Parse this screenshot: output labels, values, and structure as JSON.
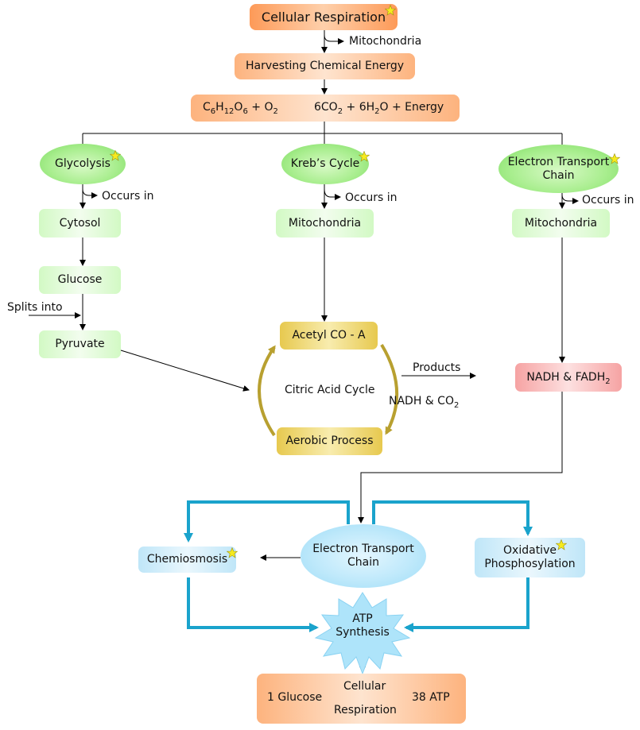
{
  "title": "Cellular Respiration",
  "top_label": "Mitochondria",
  "harvesting": "Harvesting Chemical Energy",
  "equation": {
    "c": "C",
    "c_sub": "6",
    "h": "H",
    "h_sub": "12",
    "o": "O",
    "o_sub": "6",
    "plus_o2": " + O",
    "o2_sub": "2",
    "p1": "6CO",
    "p1_sub": "2",
    "p2": " + 6H",
    "p2_sub": "2",
    "p3": "O + Energy"
  },
  "glycolysis": {
    "title": "Glycolysis",
    "occurs_label": "Occurs in",
    "location": "Cytosol",
    "glucose": "Glucose",
    "splits_label": "Splits into",
    "pyruvate": "Pyruvate"
  },
  "krebs": {
    "title": "Kreb’s Cycle",
    "occurs_label": "Occurs in",
    "location": "Mitochondria",
    "acetyl": "Acetyl CO - A",
    "cycle_label": "Citric Acid Cycle",
    "aerobic": "Aerobic Process",
    "nadh_co2": "NADH & CO",
    "co2_sub": "2",
    "products_label": "Products"
  },
  "etc_top": {
    "title_line1": "Electron Transport",
    "title_line2": "Chain",
    "occurs_label": "Occurs in",
    "location": "Mitochondria",
    "nadh_fadh": "NADH & FADH",
    "fadh_sub": "2"
  },
  "bottom": {
    "chemiosmosis": "Chemiosmosis",
    "etc_line1": "Electron Transport",
    "etc_line2": "Chain",
    "oxidative_line1": "Oxidative",
    "oxidative_line2": "Phosphosylation",
    "atp_line1": "ATP",
    "atp_line2": "Synthesis",
    "summary_left": "1 Glucose",
    "summary_top": "Cellular",
    "summary_bottom": "Respiration",
    "summary_right": "38 ATP"
  },
  "colors": {
    "star": "#f5ea1f",
    "cycle_arrow": "#b8a030",
    "blue_arrow": "#1aa3cc",
    "line": "#000000"
  }
}
